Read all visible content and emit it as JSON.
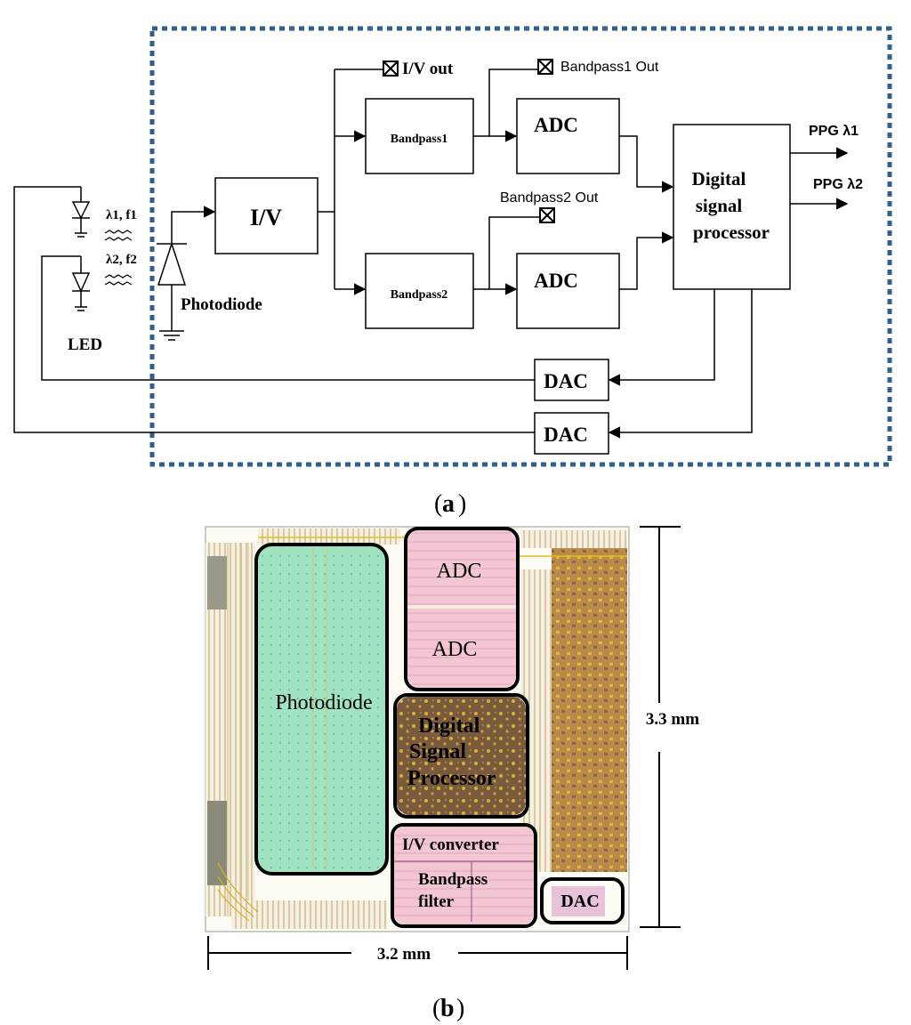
{
  "diagram_a": {
    "caption": "a",
    "blocks": {
      "iv": "I/V",
      "bandpass1": "Bandpass1",
      "bandpass2": "Bandpass2",
      "adc1": "ADC",
      "adc2": "ADC",
      "dsp_line1": "Digital",
      "dsp_line2": "signal",
      "dsp_line3": "processor",
      "dac1": "DAC",
      "dac2": "DAC"
    },
    "labels": {
      "iv_out": "I/V out",
      "bandpass1_out": "Bandpass1 Out",
      "bandpass2_out": "Bandpass2 Out",
      "ppg1": "PPG λ1",
      "ppg2": "PPG λ2",
      "led1": "λ1, f1",
      "led2": "λ2, f2",
      "photodiode": "Photodiode",
      "led": "LED"
    }
  },
  "diagram_b": {
    "caption": "b",
    "regions": {
      "photodiode": "Photodiode",
      "adc1": "ADC",
      "adc2": "ADC",
      "dsp_line1": "Digital",
      "dsp_line2": "Signal",
      "dsp_line3": "Processor",
      "iv_converter": "I/V converter",
      "bandpass_line1": "Bandpass",
      "bandpass_line2": "filter",
      "dac": "DAC"
    },
    "dimensions": {
      "height": "3.3 mm",
      "width": "3.2 mm"
    }
  },
  "colors": {
    "dashed_border": "#2e5f8f",
    "photodiode_fill": "#9fe3c0",
    "adc_fill": "#f2b9c6",
    "dsp_fill": "#8a6a4a",
    "dsp_dot": "#d9b23a",
    "pink_fill": "#f3c6d3",
    "dac_fill": "#e7c2d8"
  }
}
